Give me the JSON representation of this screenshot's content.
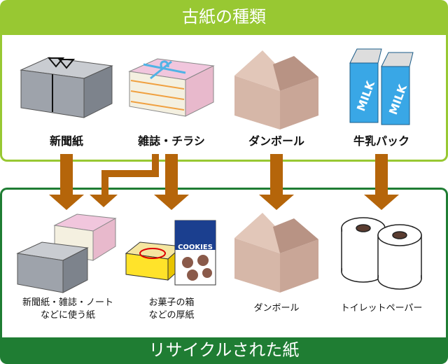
{
  "header": {
    "title": "古紙の種類"
  },
  "paper_types": [
    {
      "label": "新聞紙"
    },
    {
      "label": "雑誌・チラシ"
    },
    {
      "label": "ダンボール"
    },
    {
      "label": "牛乳パック"
    }
  ],
  "recycled": [
    {
      "line1": "新聞紙・雑誌・ノート",
      "line2": "などに使う紙"
    },
    {
      "line1": "お菓子の箱",
      "line2": "などの厚紙"
    },
    {
      "line1": "ダンボール",
      "line2": ""
    },
    {
      "line1": "トイレットペーパー",
      "line2": ""
    }
  ],
  "footer": {
    "title": "リサイクルされた紙"
  },
  "illustration_text": {
    "milk": "MILK",
    "cookies": "COOKIES"
  },
  "colors": {
    "top_green": "#98c832",
    "bottom_green": "#1f7d33",
    "arrow": "#b5650a"
  }
}
